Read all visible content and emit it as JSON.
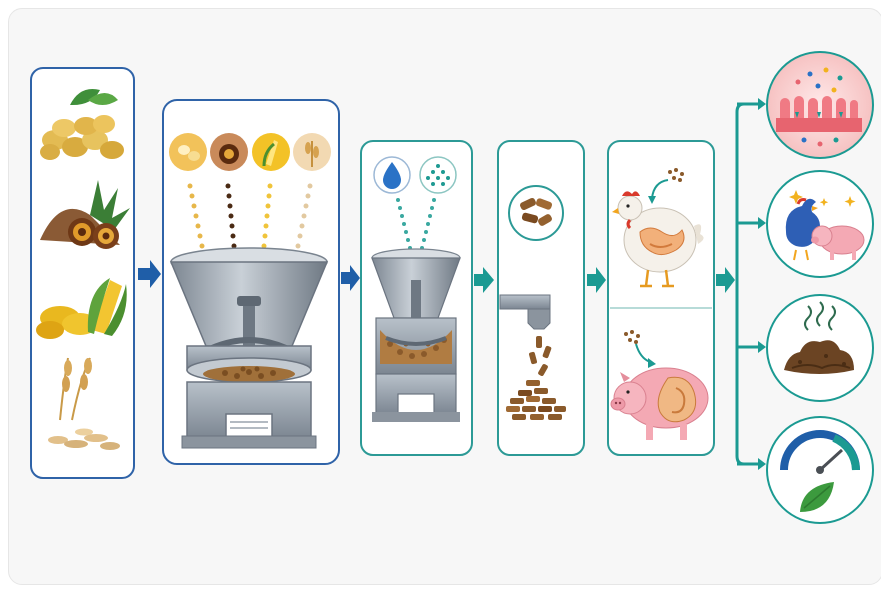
{
  "colors": {
    "stage1_border": "#2f63a8",
    "stage2_border": "#2f63a8",
    "stage_teal_border": "#2c9a96",
    "arrow_blue": "#1f5ea8",
    "arrow_teal": "#1b9a92",
    "background": "#f7f7f7",
    "machine_steel": "#9fa9b3",
    "pellet_brown": "#8a5a2b"
  },
  "stages": [
    {
      "id": "raw-ingredients",
      "icons": [
        "soybean-icon",
        "palm-fruit-icon",
        "corn-icon",
        "wheat-icon"
      ]
    },
    {
      "id": "mixing",
      "icons": [
        "soybean-icon",
        "palm-fruit-icon",
        "corn-icon",
        "wheat-icon",
        "mixer-icon"
      ]
    },
    {
      "id": "conditioning",
      "icons": [
        "water-drop-icon",
        "additive-dots-icon",
        "mixer-icon"
      ]
    },
    {
      "id": "pelleting",
      "icons": [
        "pellet-icon",
        "extruder-icon"
      ]
    },
    {
      "id": "animal-feeding",
      "icons": [
        "chicken-digestion-icon",
        "pig-digestion-icon"
      ]
    },
    {
      "id": "outcomes",
      "icons": [
        "gut-villi-icon",
        "healthy-livestock-icon",
        "manure-icon",
        "efficiency-gauge-icon"
      ]
    }
  ]
}
